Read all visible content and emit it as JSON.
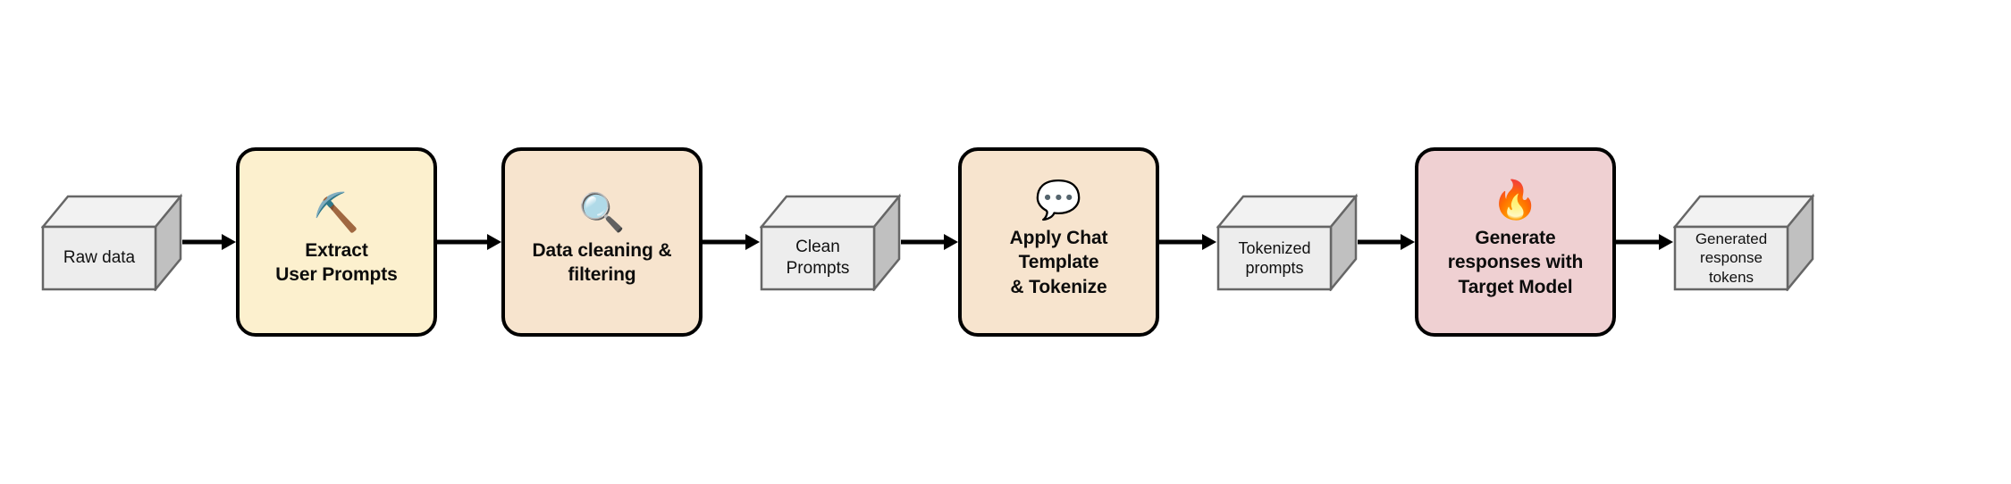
{
  "diagram": {
    "title": "LLM response generation data pipeline",
    "background_color": "#ffffff",
    "arrow_color": "#000000",
    "node_border_color": "#000000",
    "cube_fill_color": "#ededed",
    "cube_side_color": "#bbbbbb",
    "cube_border_color": "#666666"
  },
  "nodes": [
    {
      "id": "raw-data",
      "type": "cube",
      "label": "Raw data",
      "fill": "#ededed"
    },
    {
      "id": "extract-user-prompts",
      "type": "process",
      "label": "Extract\nUser Prompts",
      "emoji": "⛏️",
      "icon_name": "pickaxe-icon",
      "fill": "#fcf0ce"
    },
    {
      "id": "data-cleaning-filtering",
      "type": "process",
      "label": "Data cleaning &\nfiltering",
      "emoji": "🔍",
      "icon_name": "magnifying-glass-icon",
      "fill": "#f7e4ce"
    },
    {
      "id": "clean-prompts",
      "type": "cube",
      "label": "Clean\nPrompts",
      "fill": "#ededed"
    },
    {
      "id": "apply-chat-template-tokenize",
      "type": "process",
      "label": "Apply Chat\nTemplate\n& Tokenize",
      "emoji": "💬",
      "icon_name": "speech-balloon-icon",
      "fill": "#f7e4ce"
    },
    {
      "id": "tokenized-prompts",
      "type": "cube",
      "label": "Tokenized\nprompts",
      "fill": "#ededed"
    },
    {
      "id": "generate-responses",
      "type": "process",
      "label": "Generate\nresponses with\nTarget Model",
      "emoji": "🔥",
      "icon_name": "fire-icon",
      "fill": "#efd0d2"
    },
    {
      "id": "generated-response-tokens",
      "type": "cube",
      "label": "Generated\nresponse\ntokens",
      "fill": "#ededed"
    }
  ],
  "connectors": [
    {
      "id": "arrow-1",
      "from": "raw-data",
      "to": "extract-user-prompts"
    },
    {
      "id": "arrow-2",
      "from": "extract-user-prompts",
      "to": "data-cleaning-filtering"
    },
    {
      "id": "arrow-3",
      "from": "data-cleaning-filtering",
      "to": "clean-prompts"
    },
    {
      "id": "arrow-4",
      "from": "clean-prompts",
      "to": "apply-chat-template-tokenize"
    },
    {
      "id": "arrow-5",
      "from": "apply-chat-template-tokenize",
      "to": "tokenized-prompts"
    },
    {
      "id": "arrow-6",
      "from": "tokenized-prompts",
      "to": "generate-responses"
    },
    {
      "id": "arrow-7",
      "from": "generate-responses",
      "to": "generated-response-tokens"
    }
  ]
}
